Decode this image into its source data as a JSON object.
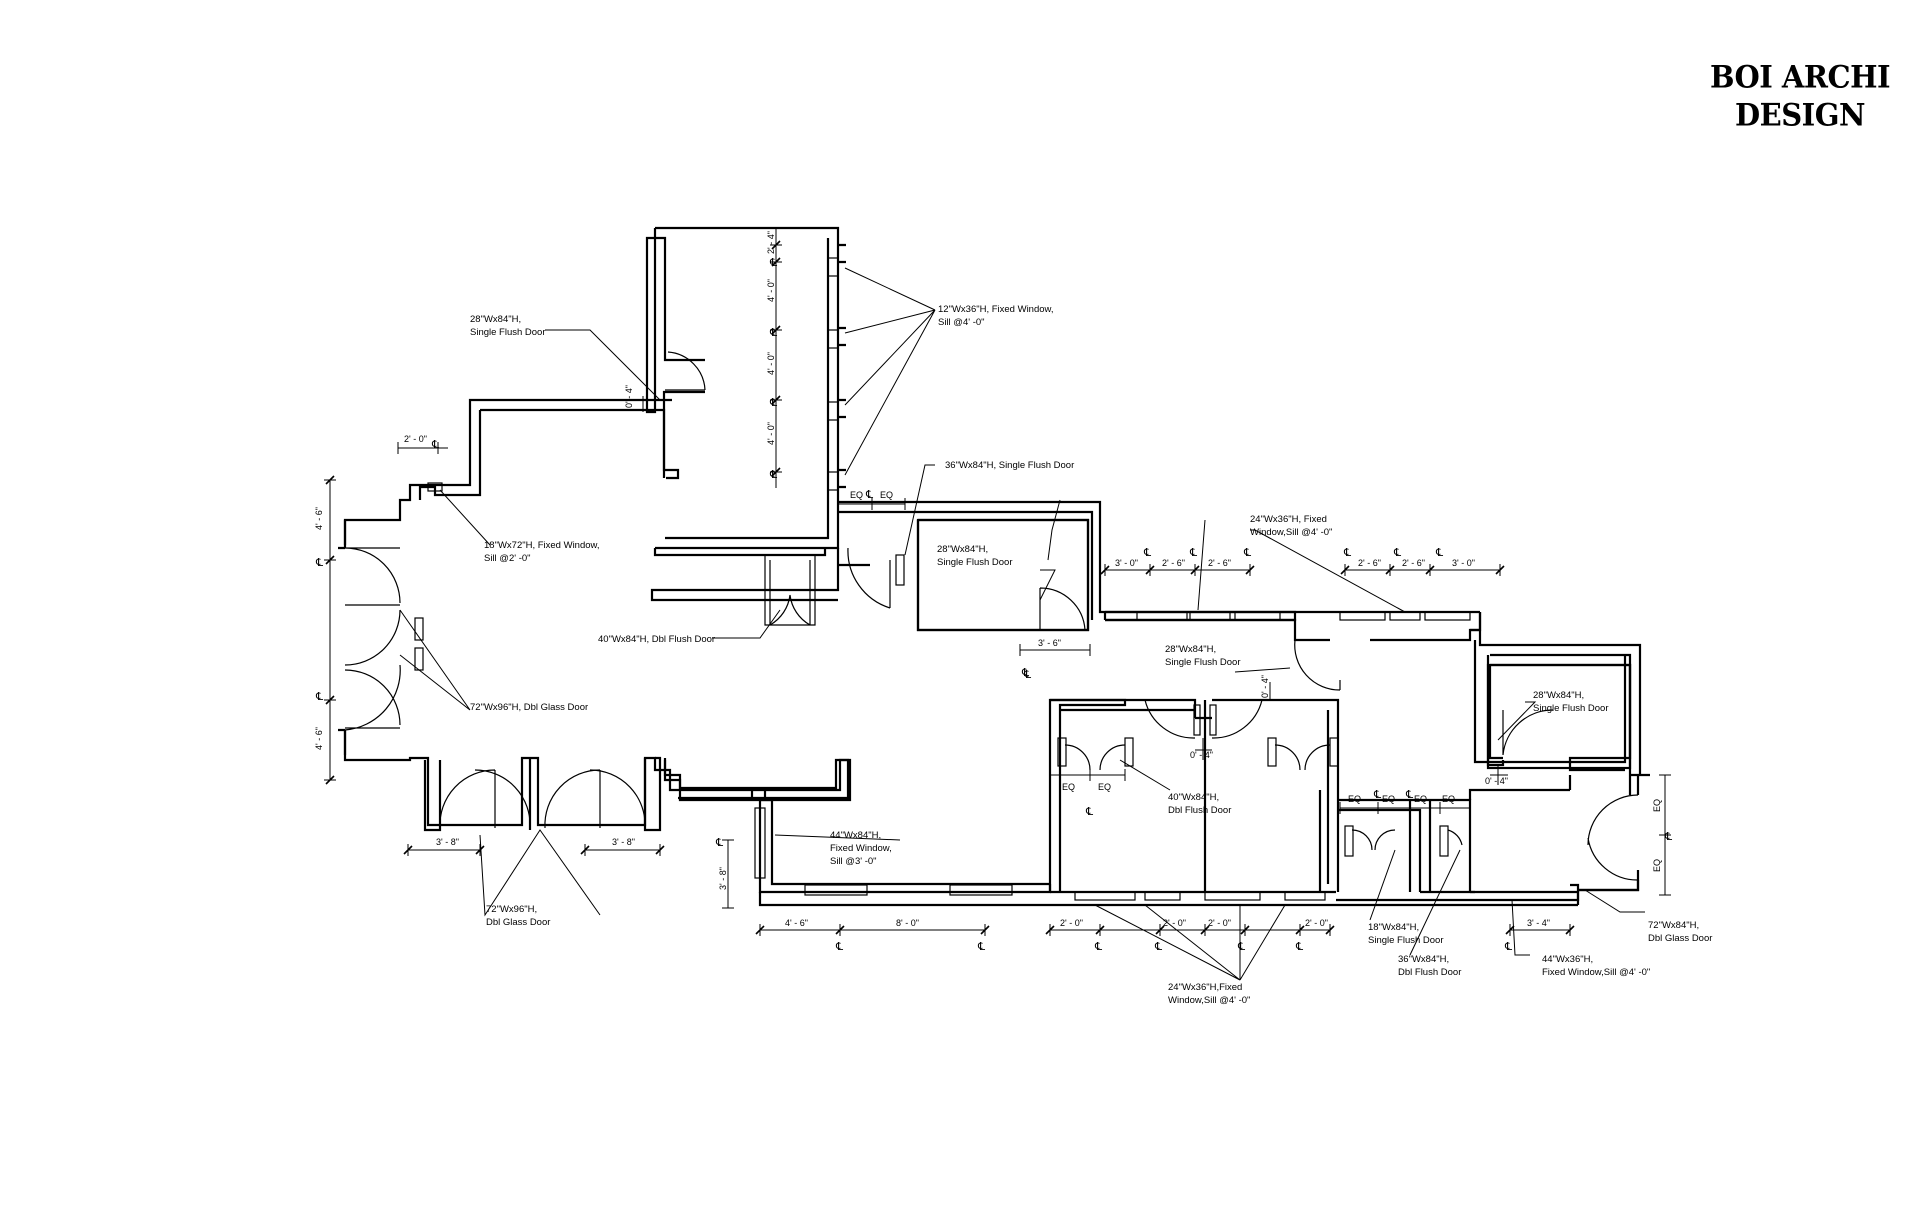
{
  "brand": {
    "line1": "BOI ARCHI",
    "line2": "DESIGN"
  },
  "symbols": {
    "centerline": "℄",
    "equal": "EQ"
  },
  "labels": {
    "door_28_top_1": "28\"Wx84\"H,",
    "door_28_top_2": "Single Flush Door",
    "window_12_1": "12\"Wx36\"H, Fixed Window,",
    "window_12_2": "Sill @4' -0\"",
    "door_36_single": "36\"Wx84\"H, Single Flush Door",
    "window_18_1": "18\"Wx72\"H, Fixed Window,",
    "window_18_2": "Sill @2' -0\"",
    "door_28_mid_1": "28\"Wx84\"H,",
    "door_28_mid_2": "Single Flush Door",
    "window_24_top_1": "24\"Wx36\"H, Fixed",
    "window_24_top_2": "Window,Sill @4' -0\"",
    "door_40_dbl_main": "40\"Wx84\"H, Dbl Flush Door",
    "door_72_dbl_glass_left": "72\"Wx96\"H, Dbl Glass Door",
    "door_28_center_1": "28\"Wx84\"H,",
    "door_28_center_2": "Single Flush Door",
    "door_28_right_1": "28\"Wx84\"H,",
    "door_28_right_2": "Single Flush Door",
    "door_40_dbl_center_1": "40\"Wx84\"H,",
    "door_40_dbl_center_2": "Dbl Flush Door",
    "window_44_1": "44\"Wx84\"H,",
    "window_44_2": "Fixed Window,",
    "window_44_3": "Sill @3' -0\"",
    "door_72_bottom_1": "72\"Wx96\"H,",
    "door_72_bottom_2": "Dbl Glass Door",
    "window_24_bottom_1": "24\"Wx36\"H,Fixed",
    "window_24_bottom_2": "Window,Sill @4' -0\"",
    "door_18_single_1": "18\"Wx84\"H,",
    "door_18_single_2": "Single Flush Door",
    "door_36_dbl_1": "36\"Wx84\"H,",
    "door_36_dbl_2": "Dbl Flush Door",
    "door_72_right_1": "72\"Wx84\"H,",
    "door_72_right_2": "Dbl Glass Door",
    "window_44_right_1": "44\"Wx36\"H,",
    "window_44_right_2": "Fixed Window,Sill @4' -0\""
  },
  "dimensions": {
    "d_2_4": "2' - 4\"",
    "d_4_0": "4' - 0\"",
    "d_0_4": "0' - 4\"",
    "d_2_0": "2' - 0\"",
    "d_4_6": "4' - 6\"",
    "d_3_8": "3' - 8\"",
    "d_3_6": "3' - 6\"",
    "d_3_0": "3' - 0\"",
    "d_2_6": "2' - 6\"",
    "d_8_0": "8' - 0\"",
    "d_3_4": "3' - 4\""
  }
}
